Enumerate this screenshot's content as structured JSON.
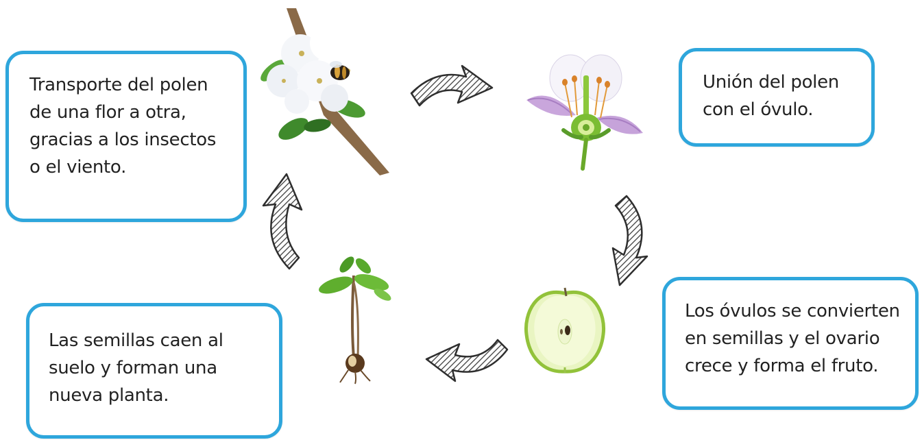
{
  "diagram": {
    "steps": [
      {
        "id": "pollination",
        "image": "flowering-branch-with-bee",
        "lines": [
          "Transporte del polen",
          "de una flor a otra,",
          "gracias a los insectos",
          "o el viento."
        ]
      },
      {
        "id": "fertilization",
        "image": "flower-cross-section",
        "lines": [
          "Unión del polen",
          "con el óvulo."
        ]
      },
      {
        "id": "fruit",
        "image": "cut-apple-half",
        "lines": [
          "Los óvulos se convierten",
          "en semillas y el ovario",
          "crece y forma el fruto."
        ]
      },
      {
        "id": "germination",
        "image": "sprouting-seedling",
        "lines": [
          "Las semillas caen al",
          "suelo y forman una",
          "nueva planta."
        ]
      }
    ],
    "cycle_arrows": [
      "curved-arrow-right",
      "curved-arrow-down",
      "curved-arrow-left",
      "curved-arrow-up"
    ],
    "colors": {
      "box_border": "#2ea6dc",
      "text": "#222222",
      "arrow_fill": "#555555"
    }
  }
}
